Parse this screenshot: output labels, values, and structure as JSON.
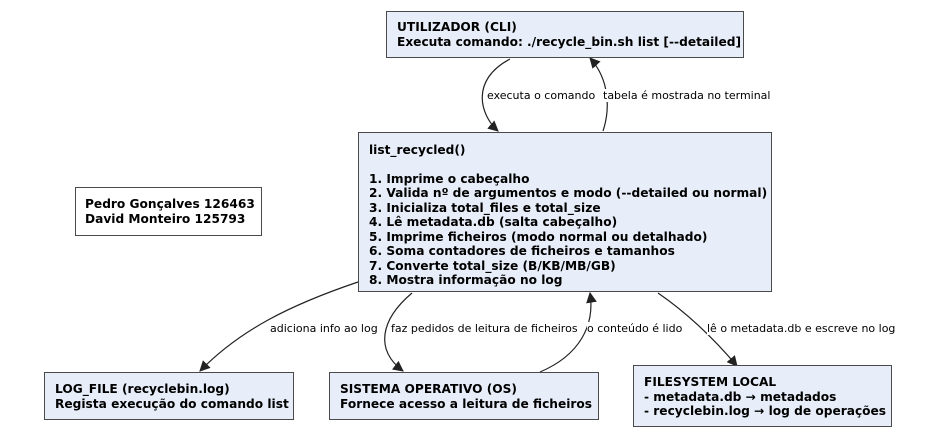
{
  "nodes": {
    "user": {
      "lines": [
        "UTILIZADOR (CLI)",
        "Executa comando: ./recycle_bin.sh list [--detailed]"
      ]
    },
    "list": {
      "title": "list_recycled()",
      "steps": [
        "1. Imprime o cabeçalho",
        "2. Valida nº de argumentos e modo (--detailed ou normal)",
        "3. Inicializa total_files e total_size",
        "4. Lê metadata.db (salta cabeçalho)",
        "5. Imprime ficheiros (modo normal ou detalhado)",
        "6. Soma contadores de ficheiros e tamanhos",
        "7. Converte total_size (B/KB/MB/GB)",
        "8. Mostra informação no log"
      ]
    },
    "authors": {
      "lines": [
        "Pedro Gonçalves 126463",
        "David Monteiro 125793"
      ]
    },
    "log": {
      "lines": [
        "LOG_FILE (recyclebin.log)",
        "Regista execução do comando list"
      ]
    },
    "os": {
      "lines": [
        "SISTEMA OPERATIVO (OS)",
        "Fornece acesso a leitura de ficheiros"
      ]
    },
    "fs": {
      "lines": [
        "FILESYSTEM LOCAL",
        "- metadata.db → metadados",
        "- recyclebin.log → log de operações"
      ]
    }
  },
  "edges": {
    "user_to_list": "executa o comando",
    "list_to_user": "tabela é mostrada no terminal",
    "list_to_log": "adiciona info ao log",
    "list_to_os": "faz pedidos de leitura de ficheiros",
    "os_to_list": "o conteúdo é lido",
    "list_to_fs": "lê o metadata.db e escreve no log"
  },
  "colors": {
    "node_fill": "#e8eef9",
    "node_border": "#4a4a4a",
    "edge": "#222222"
  }
}
